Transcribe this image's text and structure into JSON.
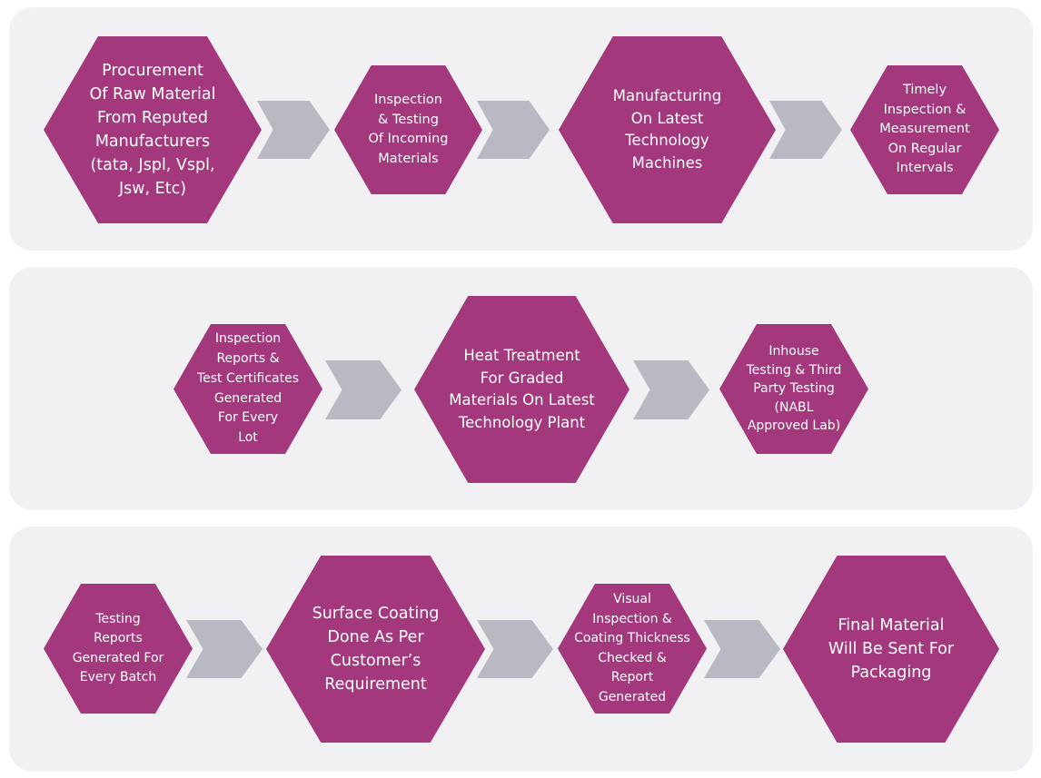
{
  "colors": {
    "hex": "#a3387d",
    "chevron": "#b9b9c4",
    "panel": "#f1f1f3",
    "text": "#ffffff"
  },
  "rows": [
    {
      "steps": [
        "Procurement\nOf Raw Material\nFrom Reputed\nManufacturers\n(tata, Jspl, Vspl,\nJsw, Etc)",
        "Inspection\n& Testing\nOf Incoming\nMaterials",
        "Manufacturing\nOn Latest\nTechnology\nMachines",
        "Timely\nInspection &\nMeasurement\nOn Regular\nIntervals"
      ]
    },
    {
      "steps": [
        "Inspection\nReports &\nTest Certificates\nGenerated\nFor Every\nLot",
        "Heat Treatment\nFor Graded\nMaterials On Latest\nTechnology Plant",
        "Inhouse\nTesting & Third\nParty Testing\n(NABL\nApproved Lab)"
      ]
    },
    {
      "steps": [
        "Testing\nReports\nGenerated For\nEvery Batch",
        "Surface Coating\nDone As Per\nCustomer’s\nRequirement",
        "Visual\nInspection &\nCoating Thickness\nChecked &\nReport\nGenerated",
        "Final Material\nWill Be Sent For\nPackaging"
      ]
    }
  ]
}
